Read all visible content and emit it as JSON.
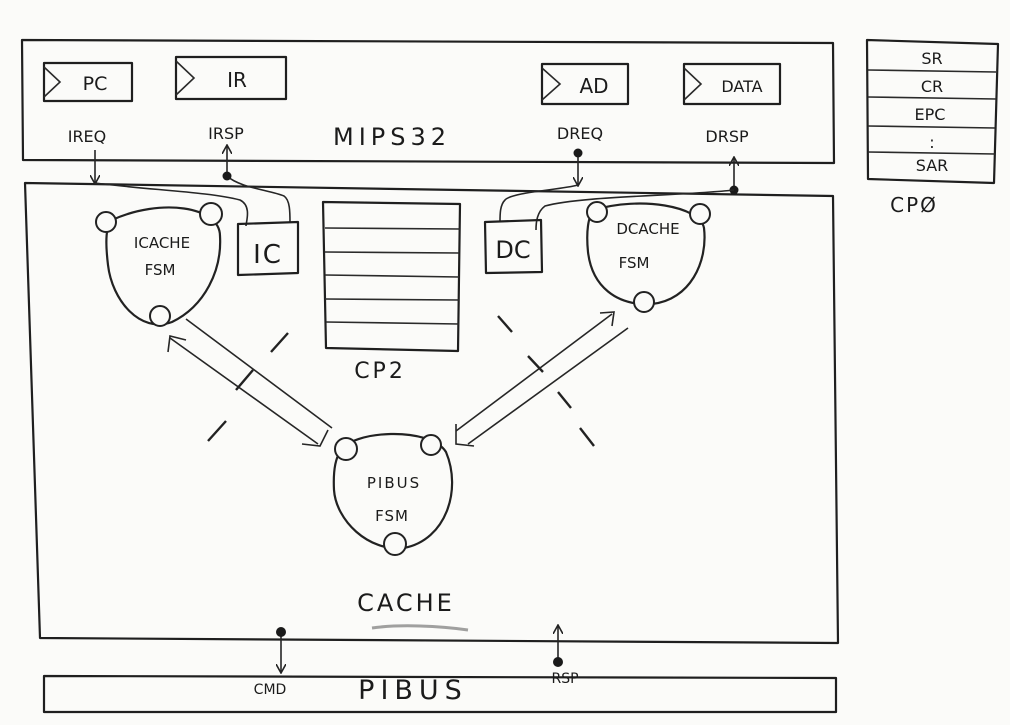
{
  "cpu": {
    "name": "MIPS32",
    "registers": [
      "PC",
      "IR",
      "AD",
      "DATA"
    ],
    "signals": {
      "ireq": "IREQ",
      "irsp": "IRSP",
      "dreq": "DREQ",
      "drsp": "DRSP"
    }
  },
  "cp0": {
    "name": "CPØ",
    "registers": [
      "SR",
      "CR",
      "EPC",
      ":",
      "SAR"
    ]
  },
  "cache": {
    "name": "CACHE",
    "icache_fsm": [
      "ICACHE",
      "FSM"
    ],
    "dcache_fsm": [
      "DCACHE",
      "FSM"
    ],
    "pibus_fsm": [
      "PIBUS",
      "FSM"
    ],
    "ic": "IC",
    "dc": "DC",
    "cp2": "CP2"
  },
  "bus": {
    "name": "PIBUS",
    "cmd": "CMD",
    "rsp": "RSP"
  }
}
